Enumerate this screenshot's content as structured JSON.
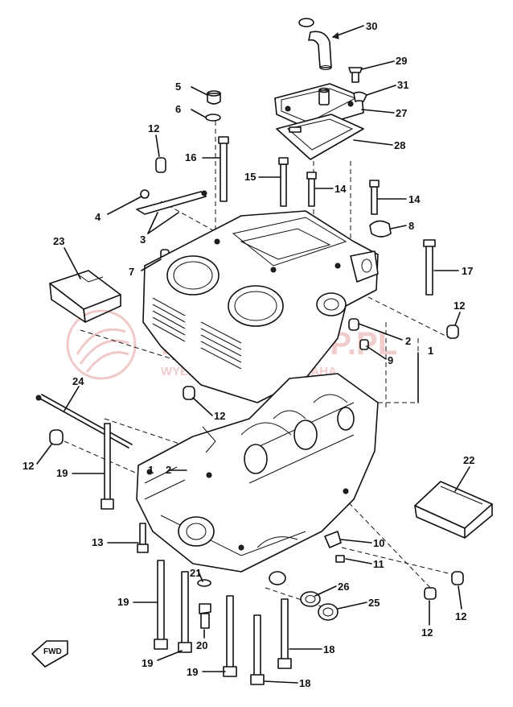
{
  "diagram": {
    "callouts": [
      {
        "id": "30",
        "label": "30"
      },
      {
        "id": "29",
        "label": "29"
      },
      {
        "id": "31",
        "label": "31"
      },
      {
        "id": "27",
        "label": "27"
      },
      {
        "id": "28",
        "label": "28"
      },
      {
        "id": "5",
        "label": "5"
      },
      {
        "id": "6",
        "label": "6"
      },
      {
        "id": "12a",
        "label": "12"
      },
      {
        "id": "16",
        "label": "16"
      },
      {
        "id": "15",
        "label": "15"
      },
      {
        "id": "14a",
        "label": "14"
      },
      {
        "id": "14b",
        "label": "14"
      },
      {
        "id": "8",
        "label": "8"
      },
      {
        "id": "4",
        "label": "4"
      },
      {
        "id": "3",
        "label": "3"
      },
      {
        "id": "23",
        "label": "23"
      },
      {
        "id": "7",
        "label": "7"
      },
      {
        "id": "17",
        "label": "17"
      },
      {
        "id": "12b",
        "label": "12"
      },
      {
        "id": "2a",
        "label": "2"
      },
      {
        "id": "1a",
        "label": "1"
      },
      {
        "id": "9",
        "label": "9"
      },
      {
        "id": "24",
        "label": "24"
      },
      {
        "id": "12c",
        "label": "12"
      },
      {
        "id": "12d",
        "label": "12"
      },
      {
        "id": "19a",
        "label": "19"
      },
      {
        "id": "1b",
        "label": "1"
      },
      {
        "id": "2b",
        "label": "2"
      },
      {
        "id": "22",
        "label": "22"
      },
      {
        "id": "13",
        "label": "13"
      },
      {
        "id": "10",
        "label": "10"
      },
      {
        "id": "11",
        "label": "11"
      },
      {
        "id": "21",
        "label": "21"
      },
      {
        "id": "26",
        "label": "26"
      },
      {
        "id": "25",
        "label": "25"
      },
      {
        "id": "19b",
        "label": "19"
      },
      {
        "id": "12e",
        "label": "12"
      },
      {
        "id": "12f",
        "label": "12"
      },
      {
        "id": "20",
        "label": "20"
      },
      {
        "id": "18a",
        "label": "18"
      },
      {
        "id": "19c",
        "label": "19"
      },
      {
        "id": "19d",
        "label": "19"
      },
      {
        "id": "18b",
        "label": "18"
      }
    ],
    "fwd_label": "FWD",
    "watermark_top": "MOTOKLIPP.PL",
    "watermark_bottom": "WYŁĄCZNY DEALER YAMAHA"
  }
}
